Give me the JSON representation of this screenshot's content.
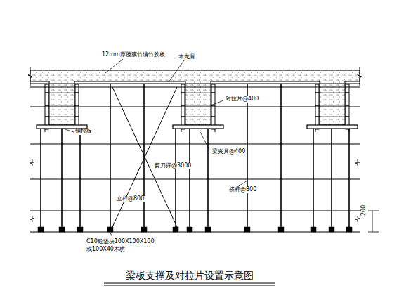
{
  "diagram": {
    "caption": "梁板支撑及对拉片设置示意图",
    "labels": [
      "12mm厚覆膜竹编竹胶板",
      "木龙骨",
      "对拉片@400",
      "钢模板",
      "梁夹具@400",
      "剪刀撑@3000",
      "横杆@800",
      "立杆@800",
      "C10砼垫块100X100X100",
      "或100X40木枋",
      "200"
    ]
  }
}
